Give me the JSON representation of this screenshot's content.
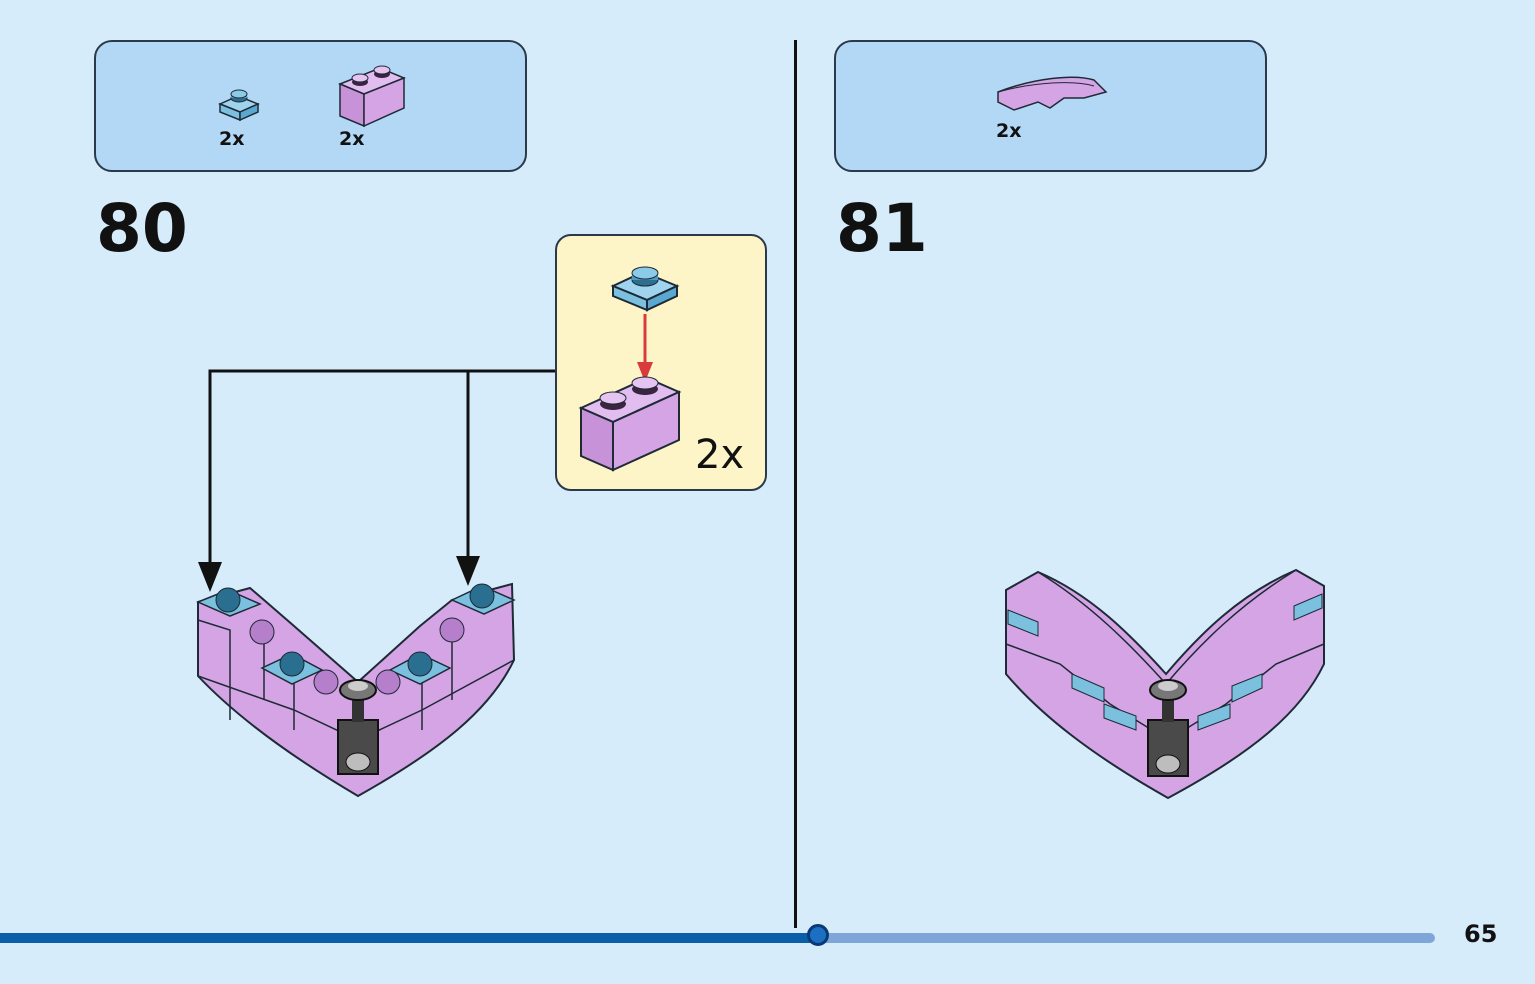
{
  "progress": {
    "fraction": 0.57
  },
  "page_number": "65",
  "steps": [
    {
      "number": "80",
      "parts": [
        {
          "icon": "blue-1x1-plate-icon",
          "quantity": "2x",
          "color": "#7cc0e0"
        },
        {
          "icon": "lavender-1x2-brick-icon",
          "quantity": "2x",
          "color": "#d4a4e4"
        }
      ],
      "callout": {
        "quantity": "2x"
      }
    },
    {
      "number": "81",
      "parts": [
        {
          "icon": "lavender-curved-slope-icon",
          "quantity": "2x",
          "color": "#d4a4e4"
        }
      ]
    }
  ],
  "colors": {
    "background": "#d6ecfa",
    "parts_box": "#b3d8f5",
    "callout": "#fdf4c8",
    "lavender": "#d4a4e4",
    "blue": "#7cc0e0",
    "arrow_red": "#d93a3a"
  }
}
